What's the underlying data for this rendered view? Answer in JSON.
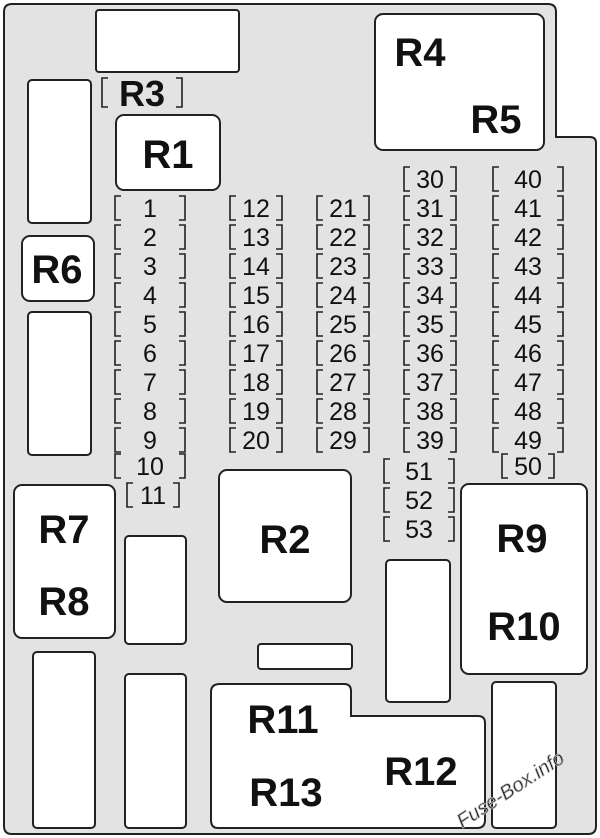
{
  "relays": [
    {
      "id": "R1",
      "label": "R1"
    },
    {
      "id": "R2",
      "label": "R2"
    },
    {
      "id": "R3",
      "label": "R3"
    },
    {
      "id": "R4",
      "label": "R4"
    },
    {
      "id": "R5",
      "label": "R5"
    },
    {
      "id": "R6",
      "label": "R6"
    },
    {
      "id": "R7",
      "label": "R7"
    },
    {
      "id": "R8",
      "label": "R8"
    },
    {
      "id": "R9",
      "label": "R9"
    },
    {
      "id": "R10",
      "label": "R10"
    },
    {
      "id": "R11",
      "label": "R11"
    },
    {
      "id": "R12",
      "label": "R12"
    },
    {
      "id": "R13",
      "label": "R13"
    }
  ],
  "fuses": [
    {
      "n": "1"
    },
    {
      "n": "2"
    },
    {
      "n": "3"
    },
    {
      "n": "4"
    },
    {
      "n": "5"
    },
    {
      "n": "6"
    },
    {
      "n": "7"
    },
    {
      "n": "8"
    },
    {
      "n": "9"
    },
    {
      "n": "10"
    },
    {
      "n": "11"
    },
    {
      "n": "12"
    },
    {
      "n": "13"
    },
    {
      "n": "14"
    },
    {
      "n": "15"
    },
    {
      "n": "16"
    },
    {
      "n": "17"
    },
    {
      "n": "18"
    },
    {
      "n": "19"
    },
    {
      "n": "20"
    },
    {
      "n": "21"
    },
    {
      "n": "22"
    },
    {
      "n": "23"
    },
    {
      "n": "24"
    },
    {
      "n": "25"
    },
    {
      "n": "26"
    },
    {
      "n": "27"
    },
    {
      "n": "28"
    },
    {
      "n": "29"
    },
    {
      "n": "30"
    },
    {
      "n": "31"
    },
    {
      "n": "32"
    },
    {
      "n": "33"
    },
    {
      "n": "34"
    },
    {
      "n": "35"
    },
    {
      "n": "36"
    },
    {
      "n": "37"
    },
    {
      "n": "38"
    },
    {
      "n": "39"
    },
    {
      "n": "40"
    },
    {
      "n": "41"
    },
    {
      "n": "42"
    },
    {
      "n": "43"
    },
    {
      "n": "44"
    },
    {
      "n": "45"
    },
    {
      "n": "46"
    },
    {
      "n": "47"
    },
    {
      "n": "48"
    },
    {
      "n": "49"
    },
    {
      "n": "50"
    },
    {
      "n": "51"
    },
    {
      "n": "52"
    },
    {
      "n": "53"
    }
  ],
  "watermark": "Fuse-Box.info",
  "colors": {
    "panel": "#e3e3e3",
    "outline": "#222222",
    "box": "#ffffff"
  }
}
